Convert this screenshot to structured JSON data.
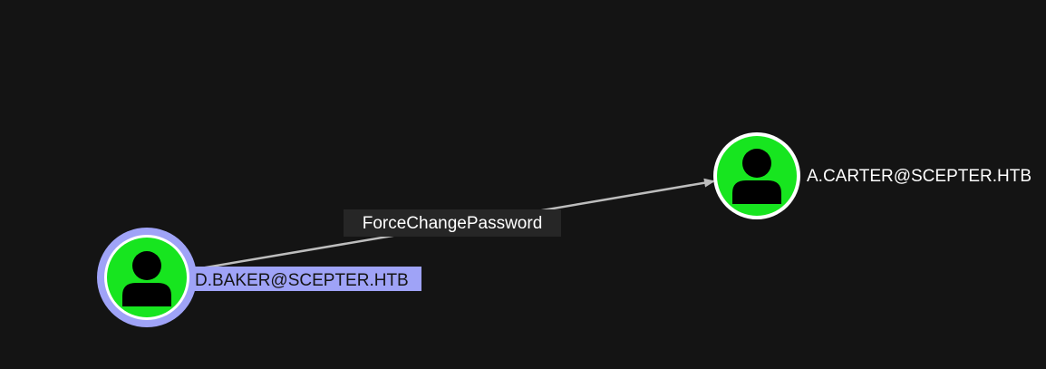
{
  "graph": {
    "edges": [
      {
        "id": "edge-force-change-password",
        "source": "D.BAKER@SCEPTER.HTB",
        "target": "A.CARTER@SCEPTER.HTB",
        "label": "ForceChangePassword"
      }
    ],
    "nodes": [
      {
        "id": "node-dbaker",
        "label": "D.BAKER@SCEPTER.HTB",
        "icon": "user-icon",
        "selected": true,
        "fill_color": "#17e51f",
        "ring_color": "#9fa3f7",
        "label_bg": "#9fa3f7",
        "label_color": "#141414"
      },
      {
        "id": "node-acarter",
        "label": "A.CARTER@SCEPTER.HTB",
        "icon": "user-icon",
        "selected": false,
        "fill_color": "#17e51f",
        "ring_color": "#ffffff",
        "label_bg": "",
        "label_color": "#ffffff"
      }
    ],
    "colors": {
      "background": "#141414",
      "edge": "#bdbdbd",
      "edge_label_bg": "#262626",
      "edge_label_text": "#ffffff",
      "icon": "#000000"
    }
  }
}
